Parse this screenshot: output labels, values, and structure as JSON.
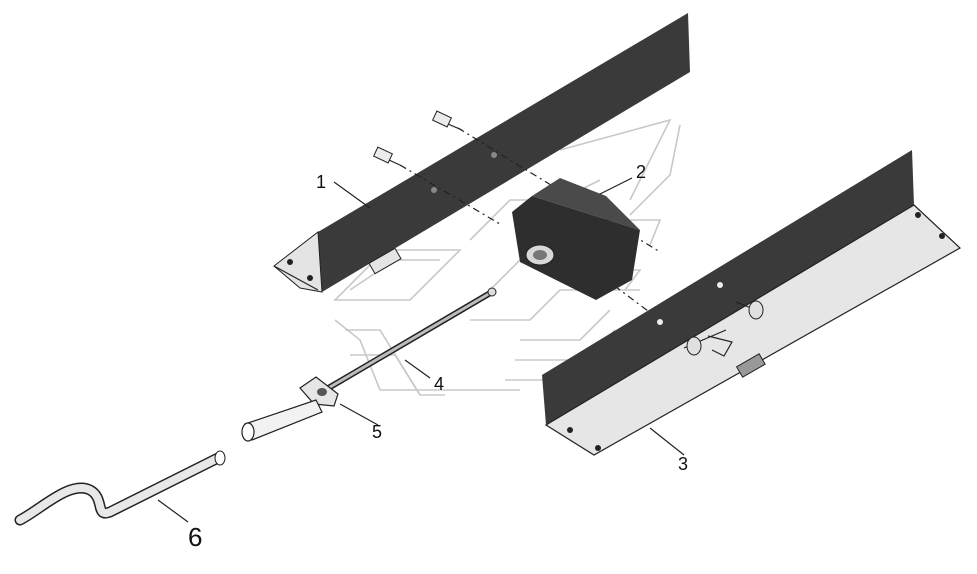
{
  "callouts": [
    {
      "id": "1",
      "label": "1"
    },
    {
      "id": "2",
      "label": "2"
    },
    {
      "id": "3",
      "label": "3"
    },
    {
      "id": "4",
      "label": "4"
    },
    {
      "id": "5",
      "label": "5"
    },
    {
      "id": "6",
      "label": "6"
    }
  ],
  "colors": {
    "bracket_dark": "#3a3a3a",
    "bracket_light": "#e4e4e4",
    "block_dark": "#2e2e2e",
    "rod": "#bdbdbd",
    "watermark": "#c8c8c8"
  }
}
